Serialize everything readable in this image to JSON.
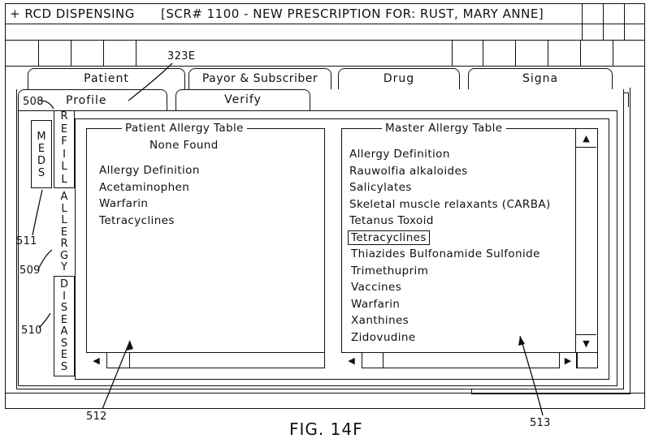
{
  "window": {
    "title_prefix": "+ RCD DISPENSING",
    "title_screen": "[SCR# 1100 - NEW PRESCRIPTION FOR: RUST, MARY ANNE]"
  },
  "tabs_top": [
    {
      "label": "Patient"
    },
    {
      "label": "Payor & Subscriber"
    },
    {
      "label": "Drug"
    },
    {
      "label": "Signa"
    }
  ],
  "tabs_second": [
    {
      "label": "Profile"
    },
    {
      "label": "Verify"
    }
  ],
  "side_tabs": {
    "meds": "MEDS",
    "refill": "REFILL",
    "allergy": "ALLERGY",
    "diseases": "DISEASES"
  },
  "patient_table": {
    "title": "Patient Allergy Table",
    "status": "None Found",
    "items": [
      "Allergy Definition",
      "Acetaminophen",
      "Warfarin",
      "Tetracyclines"
    ]
  },
  "master_table": {
    "title": "Master Allergy Table",
    "items": [
      "Allergy Definition",
      "Rauwolfia alkaloides",
      "Salicylates",
      "Skeletal muscle relaxants (CARBA)",
      "Tetanus Toxoid",
      "Tetracyclines",
      "Thiazides Bulfonamide Sulfonide",
      "Trimethuprim",
      "Vaccines",
      "Warfarin",
      "Xanthines",
      "Zidovudine"
    ],
    "selected_index": 5
  },
  "icons": {
    "up": "triangle-up-icon",
    "down": "triangle-down-icon",
    "left": "triangle-left-icon",
    "right": "triangle-right-icon"
  },
  "refs": {
    "r323e": "323E",
    "r508": "508",
    "r511": "511",
    "r509": "509",
    "r510": "510",
    "r512": "512",
    "r513": "513"
  },
  "figure_caption": "FIG. 14F"
}
